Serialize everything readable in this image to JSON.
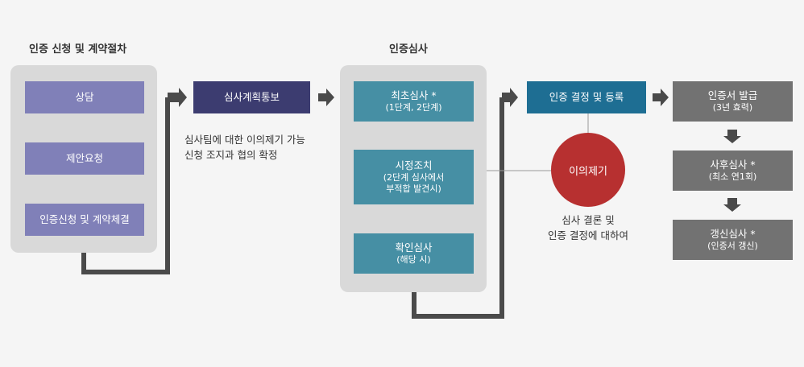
{
  "headers": {
    "process": "인증 신청 및 계약절차",
    "review": "인증심사"
  },
  "steps": {
    "consult": "상담",
    "proposal": "제안요청",
    "apply": "인증신청 및 계약체결",
    "plan": "심사계획통보",
    "first_audit": {
      "title": "최초심사 *",
      "sub": "(1단계, 2단계)"
    },
    "correction": {
      "title": "시정조치",
      "sub1": "(2단계 심사에서",
      "sub2": "부적합 발견시)"
    },
    "verify": {
      "title": "확인심사",
      "sub": "(해당 시)"
    },
    "decision": "인증 결정 및 등록",
    "issue": {
      "title": "인증서 발급",
      "sub": "(3년 효력)"
    },
    "surveillance": {
      "title": "사후심사 *",
      "sub": "(최소 연1회)"
    },
    "renewal": {
      "title": "갱신심사 *",
      "sub": "(인증서 갱신)"
    }
  },
  "notes": {
    "plan_line1": "심사팀에 대한 이의제기 가능",
    "plan_line2": "신청 조지과 협의 확정",
    "appeal_label": "이의제기",
    "appeal_line1": "심사 결론 및",
    "appeal_line2": "인증 결정에 대하여"
  },
  "colors": {
    "panel": "#d9d9d9",
    "purple": "#8080b8",
    "navy": "#3c3c70",
    "teal": "#468fa4",
    "dark_teal": "#1e6e93",
    "gray": "#727272",
    "appeal_red": "#b73030",
    "connector": "#4a4a4a"
  }
}
